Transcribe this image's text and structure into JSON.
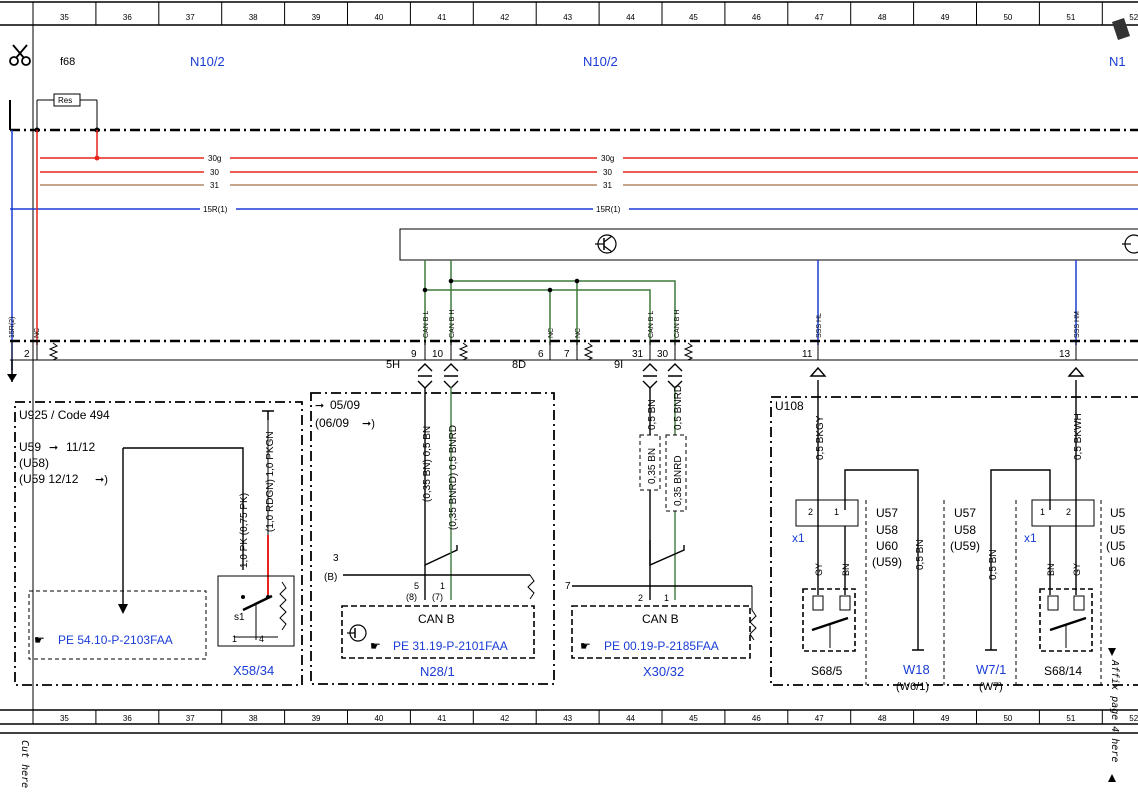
{
  "ruler": {
    "top_numbers": [
      "35",
      "36",
      "37",
      "38",
      "39",
      "40",
      "41",
      "42",
      "43",
      "44",
      "45",
      "46",
      "47",
      "48",
      "49",
      "50",
      "51",
      "52"
    ],
    "bottom_numbers": [
      "35",
      "36",
      "37",
      "38",
      "39",
      "40",
      "41",
      "42",
      "43",
      "44",
      "45",
      "46",
      "47",
      "48",
      "49",
      "50",
      "51",
      "52"
    ]
  },
  "header": {
    "fuse_label": "f68",
    "module_left": "N10/2",
    "module_center": "N10/2",
    "module_right": "N1",
    "resistor_label": "Res"
  },
  "buses": [
    {
      "name": "30g",
      "color": "#e8231c"
    },
    {
      "name": "30",
      "color": "#e8231c"
    },
    {
      "name": "31",
      "color": "#b0896a"
    },
    {
      "name": "15R(1)",
      "color": "#1a3cd6"
    }
  ],
  "connector_row": {
    "left_labels": [
      "15R(2)",
      "NC"
    ],
    "pin_2": "2",
    "group_5h": {
      "label": "5H",
      "pins": [
        "9",
        "10"
      ],
      "signals": [
        "CAN B L",
        "CAN B H"
      ]
    },
    "group_8d": {
      "label": "8D",
      "pins": [
        "6",
        "7"
      ],
      "signals": [
        "NC",
        "NC"
      ]
    },
    "group_9i": {
      "label": "9I",
      "pins": [
        "31",
        "30"
      ],
      "signals": [
        "CAN B L",
        "CAN B H"
      ]
    },
    "pin_11": {
      "pin": "11",
      "signal": "SSS HL"
    },
    "pin_13": {
      "pin": "13",
      "signal": "SSS HM"
    }
  },
  "box_u925": {
    "title": "U925 / Code 494",
    "line1": "U59",
    "line1_ref": "11/12",
    "line2": "(U58)",
    "line3": "(U59  12/12",
    "wire_a": "1,0 PK (0,75 PK)",
    "wire_b": "(1,0 RDGN) 1,0 PKGN",
    "switch_label": "s1",
    "pin_a": "1",
    "pin_b": "4",
    "ref_link": "PE 54.10-P-2103FAA",
    "component": "X58/34"
  },
  "box_n28": {
    "date_top": "05/09",
    "date_bottom": "(06/09",
    "wire_a": "(0,35 BN) 0,5 BN",
    "wire_b": "(0,35 BNRD) 0,5 BNRD",
    "conn_num": "3",
    "conn_sub": "(B)",
    "pin_a": "5",
    "pin_a_alt": "(8)",
    "pin_b": "1",
    "pin_b_alt": "(7)",
    "bus_name": "CAN B",
    "ref_link": "PE 31.19-P-2101FAA",
    "component": "N28/1"
  },
  "box_x30": {
    "wire_a": "0,5 BN",
    "wire_b": "0,5 BNRD",
    "wire_a_alt": "0,35 BN",
    "wire_b_alt": "0,35 BNRD",
    "conn_num": "7",
    "pin_a": "2",
    "pin_b": "1",
    "bus_name": "CAN B",
    "ref_link": "PE 00.19-P-2185FAA",
    "component": "X30/32"
  },
  "box_u108": {
    "title": "U108",
    "wire_left": "0,5 BKGY",
    "wire_right": "0,5 BKWH",
    "connector_x1_left": "x1",
    "connector_x1_right": "x1",
    "pins_left": [
      "2",
      "1"
    ],
    "pins_right": [
      "1",
      "2"
    ],
    "colors_left": [
      "GY",
      "BN"
    ],
    "colors_right": [
      "BN",
      "GY"
    ],
    "variants_a": [
      "U57",
      "U58",
      "U60",
      "(U59)"
    ],
    "variants_b": [
      "U57",
      "U58",
      "(U59)"
    ],
    "variants_c": [
      "U5",
      "U5",
      "(U5",
      "U6"
    ],
    "wire_w18": "0,5 BN",
    "wire_w7": "0,5 BN",
    "switch_left": "S68/5",
    "switch_right": "S68/14",
    "ground_w18": "W18",
    "ground_w18_alt": "(W6/1)",
    "ground_w7": "W7/1",
    "ground_w7_alt": "(W7)"
  },
  "margin": {
    "cut_here": "Cut here",
    "affix": "Affix page 4 here"
  },
  "colors": {
    "red": "#e8231c",
    "blue": "#1a3cd6",
    "green": "#3f7a3a",
    "brown": "#b0896a"
  }
}
